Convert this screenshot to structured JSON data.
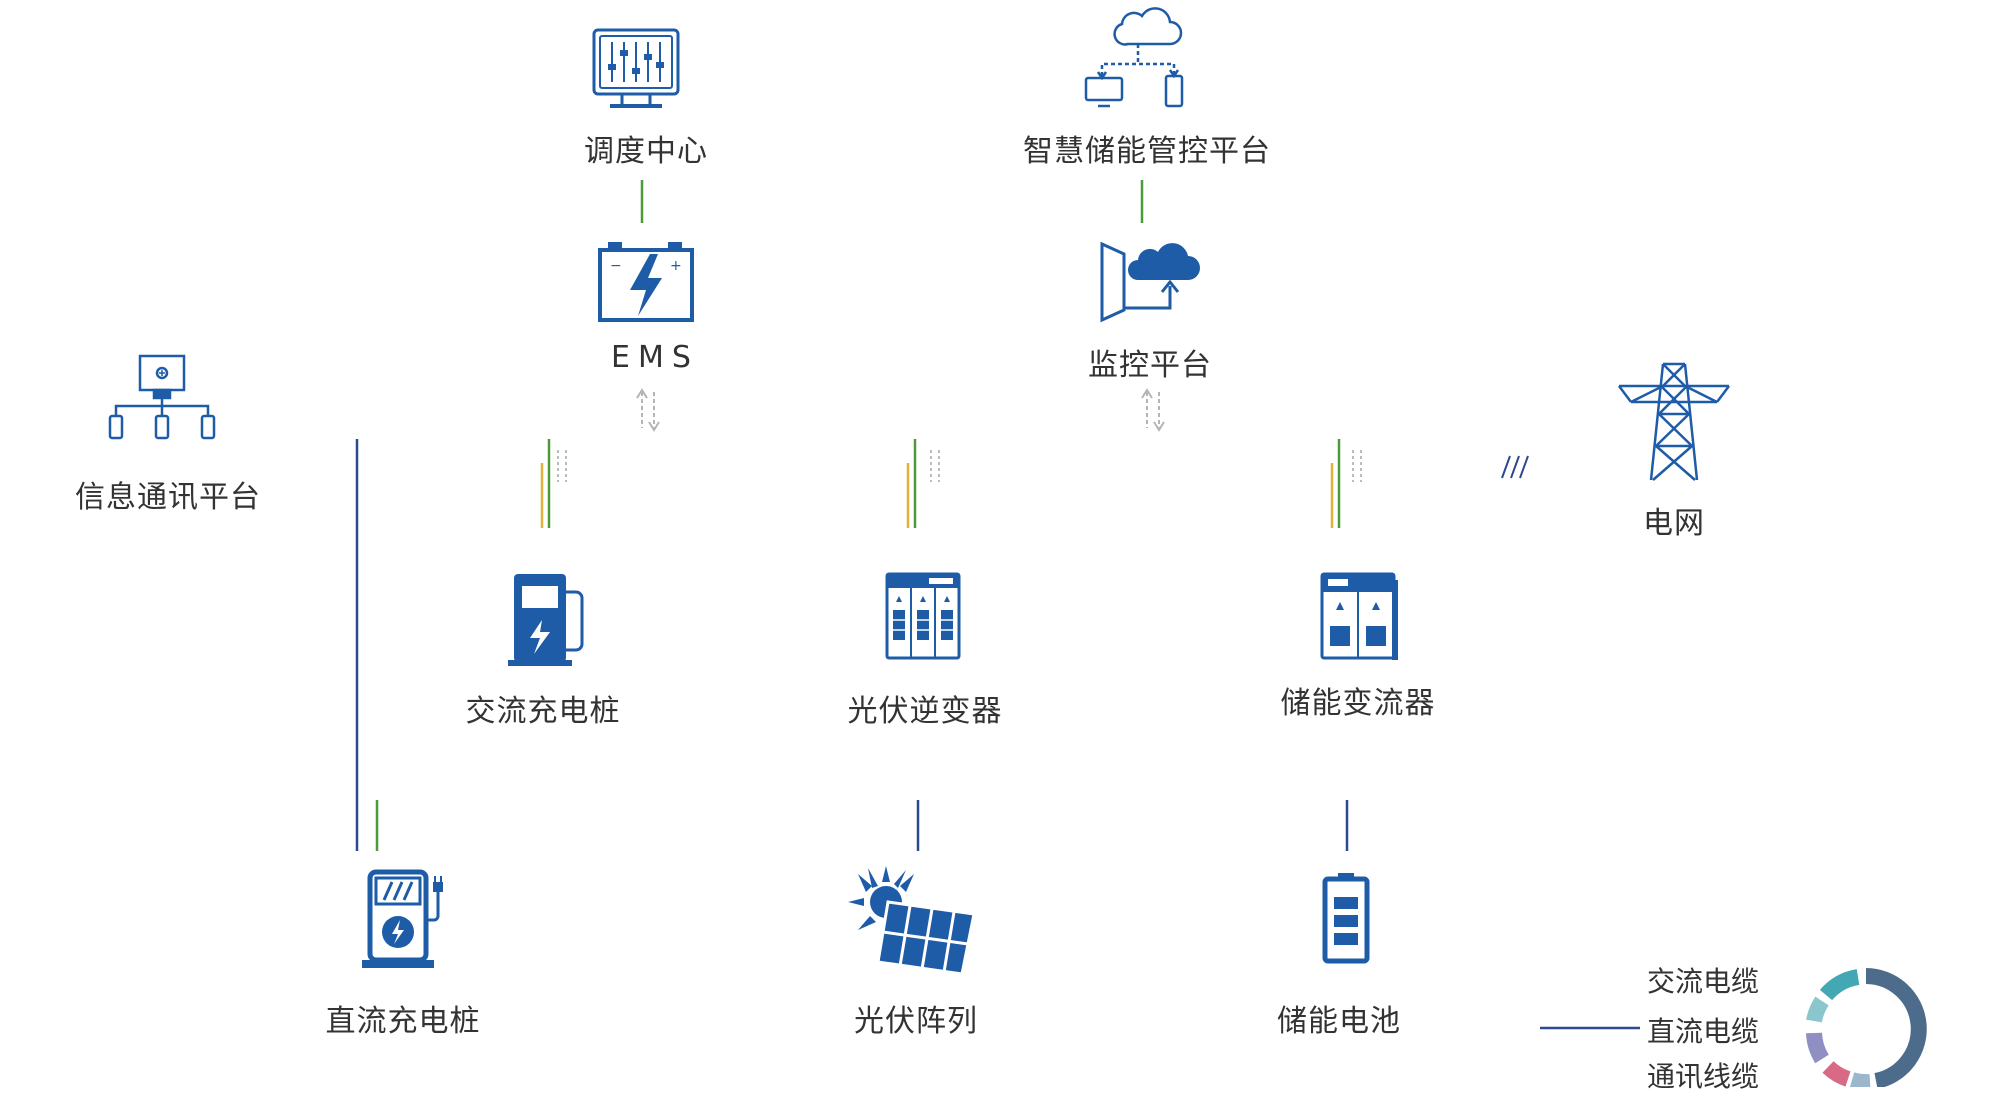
{
  "nodes": {
    "dispatch_center": "调度中心",
    "smart_platform": "智慧储能管控平台",
    "ems": "EMS",
    "monitor_platform": "监控平台",
    "info_platform": "信息通讯平台",
    "grid": "电网",
    "ac_charger": "交流充电桩",
    "pv_inverter": "光伏逆变器",
    "storage_converter": "储能变流器",
    "dc_charger": "直流充电桩",
    "pv_array": "光伏阵列",
    "storage_battery": "储能电池"
  },
  "legend": {
    "ac_cable": "交流电缆",
    "dc_cable": "直流电缆",
    "comm_cable": "通讯线缆"
  },
  "colors": {
    "icon_blue": "#1f5ca8",
    "ac_cable": "#e3b23c",
    "dc_cable": "#2b4a8f",
    "comm_green": "#4c9a3a",
    "comm_teal": "#6ec5c9",
    "purple": "#8e6fb0",
    "arrow_gray": "#b5b5b5"
  },
  "icons": {
    "dispatch_center": "control-panel-monitor-icon",
    "smart_platform": "cloud-devices-icon",
    "ems": "battery-bolt-icon",
    "monitor_platform": "cloud-upload-door-icon",
    "info_platform": "network-devices-icon",
    "grid": "transmission-tower-icon",
    "ac_charger": "ac-charging-pile-icon",
    "pv_inverter": "inverter-cabinet-icon",
    "storage_converter": "converter-cabinet-icon",
    "dc_charger": "dc-charging-pile-icon",
    "pv_array": "solar-panel-icon",
    "storage_battery": "battery-icon",
    "legend_ring": "donut-ring-icon"
  }
}
